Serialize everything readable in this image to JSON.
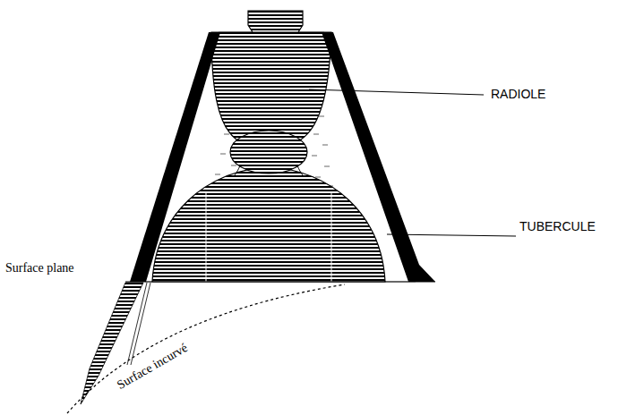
{
  "diagram": {
    "labels": [
      "RADIOLE",
      "TUBERCULE",
      "Surface plane",
      "Surface incurvé"
    ]
  }
}
